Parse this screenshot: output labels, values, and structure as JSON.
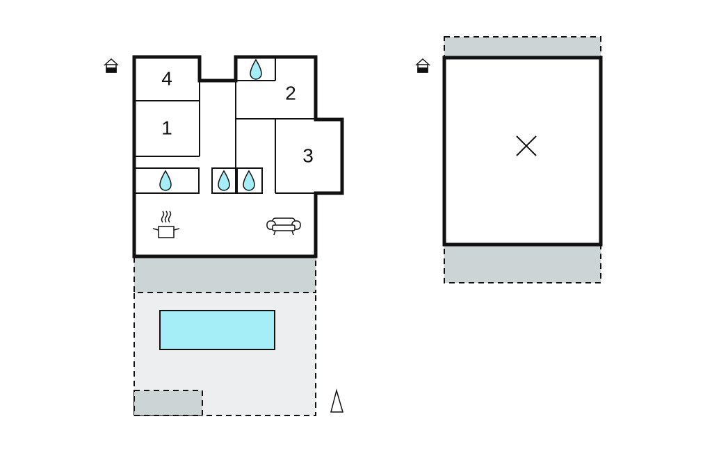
{
  "floors": [
    {
      "id": "ground",
      "icon": "house-floor-icon",
      "rooms": [
        {
          "key": "room4",
          "label": "4"
        },
        {
          "key": "room1",
          "label": "1"
        },
        {
          "key": "room2",
          "label": "2"
        },
        {
          "key": "room3",
          "label": "3"
        }
      ]
    },
    {
      "id": "upper",
      "icon": "house-floor-icon",
      "void_symbol": "×"
    }
  ],
  "legend": {
    "north_arrow": "north-arrow-icon"
  },
  "colors": {
    "wall": "#111111",
    "terrace": "#cdd4d6",
    "garden": "#eceeef",
    "pool": "#a6eef7",
    "water_drop": "#a6eef7"
  }
}
